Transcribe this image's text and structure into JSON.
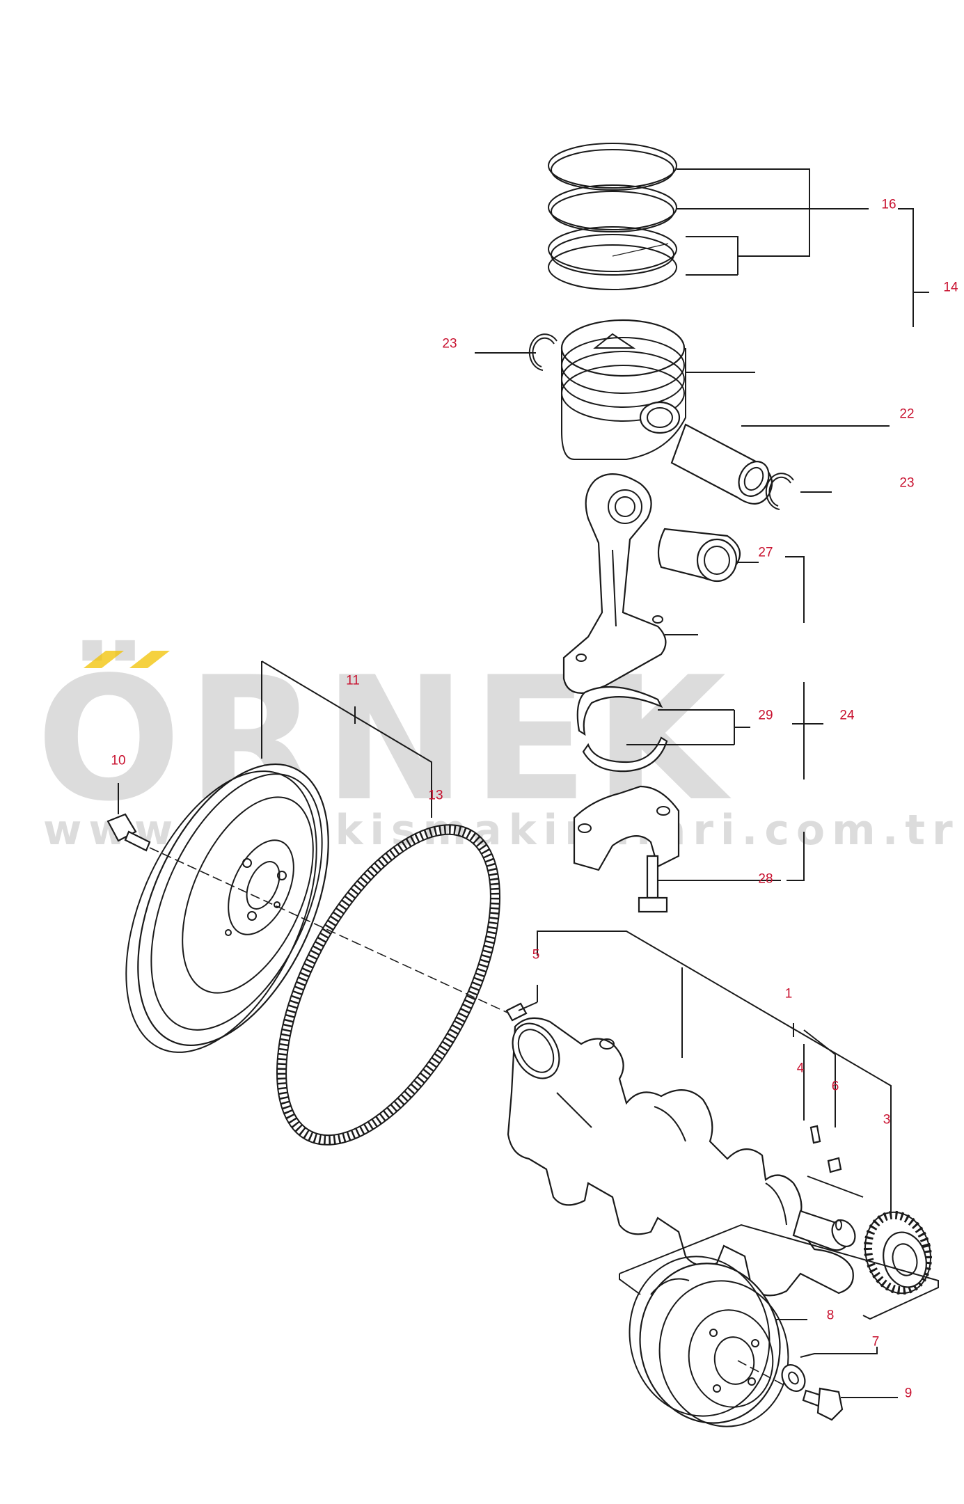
{
  "watermark": {
    "brand": "ÖRNEK",
    "url": "www.ornekismakinalari.com.tr",
    "accent_color": "#f2c200",
    "text_color": "#dcdcdc"
  },
  "callout_color": "#c8102e",
  "callouts": {
    "c1": "1",
    "c3": "3",
    "c4": "4",
    "c5": "5",
    "c6": "6",
    "c7": "7",
    "c8": "8",
    "c9": "9",
    "c10": "10",
    "c11": "11",
    "c13": "13",
    "c14": "14",
    "c16": "16",
    "c22": "22",
    "c23a": "23",
    "c23b": "23",
    "c24": "24",
    "c27": "27",
    "c28": "28",
    "c29": "29"
  },
  "parts": [
    "piston-rings",
    "piston",
    "piston-pin",
    "snap-ring-left",
    "snap-ring-right",
    "connecting-rod",
    "small-end-bushing",
    "rod-bearing-upper",
    "rod-bearing-lower",
    "rod-cap",
    "rod-bolt",
    "flywheel",
    "flywheel-bolt",
    "ring-gear",
    "dowel-pin",
    "crankshaft",
    "crank-key",
    "crank-pin",
    "crank-gear",
    "pulley",
    "washer",
    "pulley-bolt"
  ]
}
